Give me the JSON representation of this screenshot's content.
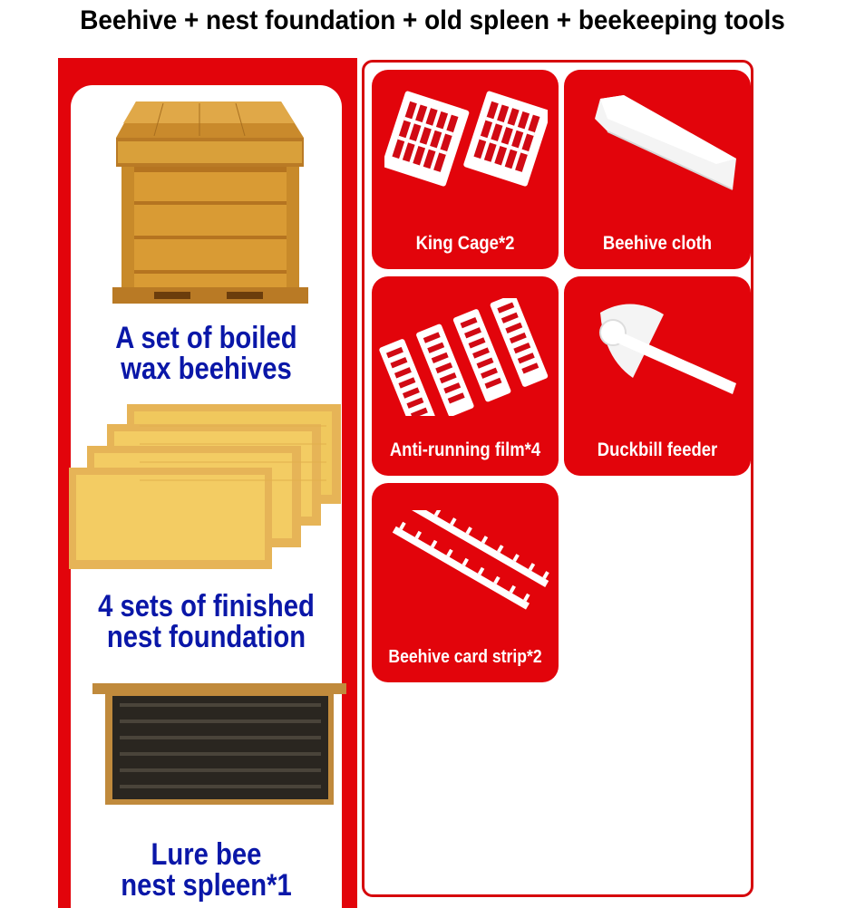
{
  "title": "Beehive + nest foundation + old spleen + beekeeping tools",
  "left_items": [
    {
      "caption_line1": "A set of boiled",
      "caption_line2": "wax beehives"
    },
    {
      "caption_line1": "4 sets of finished",
      "caption_line2": "nest foundation"
    },
    {
      "caption_line1": "Lure bee",
      "caption_line2": "nest spleen*1"
    }
  ],
  "cards": [
    {
      "label": "King Cage*2",
      "icon": "king-cage-icon"
    },
    {
      "label": "Beehive cloth",
      "icon": "beehive-cloth-icon"
    },
    {
      "label": "Anti-running film*4",
      "icon": "anti-running-film-icon"
    },
    {
      "label": "Duckbill feeder",
      "icon": "duckbill-feeder-icon"
    },
    {
      "label": "Beehive card strip*2",
      "icon": "card-strip-icon"
    }
  ],
  "colors": {
    "accent_red": "#e2040b",
    "caption_blue": "#0a17a8",
    "wood": "#d9a03a"
  }
}
